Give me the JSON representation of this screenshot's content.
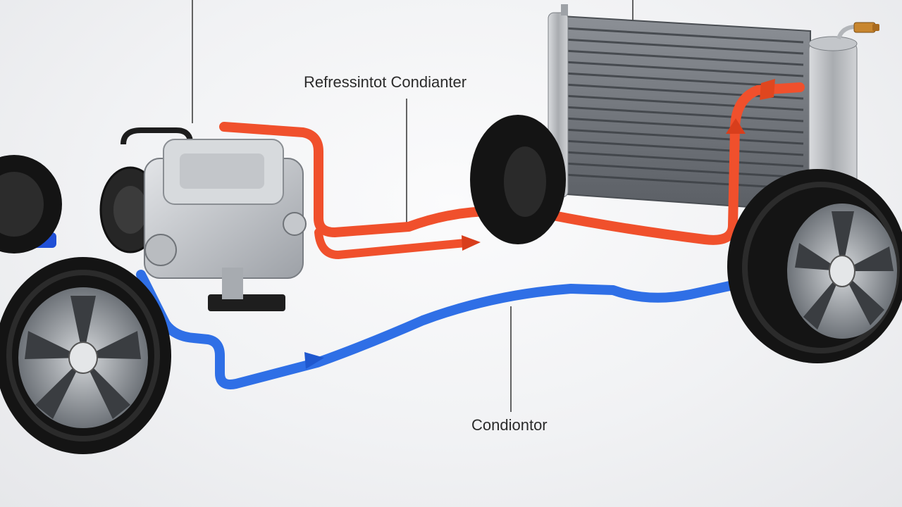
{
  "labels": {
    "top_label": "Refressintot Condianter",
    "bottom_label": "Condiontor"
  },
  "colors": {
    "hot_line": "#f0502c",
    "cold_line": "#2f6fe6",
    "tire": "#141414",
    "rim": "#9aa0a6",
    "compressor": "#c9ccd1",
    "condenser_frame": "#b9bcc0",
    "condenser_fins": "#555a60",
    "brass_fitting": "#c8862f",
    "suspension_blue": "#1f4fd6",
    "background": "#f1f2f4"
  },
  "components": {
    "compressor": "compressor-unit",
    "condenser": "condenser-radiator",
    "hot_line": "high-pressure-line",
    "cold_line": "low-pressure-line",
    "wheels": [
      "front-left-wheel",
      "rear-left-wheel",
      "front-right-wheel",
      "rear-right-wheel"
    ]
  }
}
